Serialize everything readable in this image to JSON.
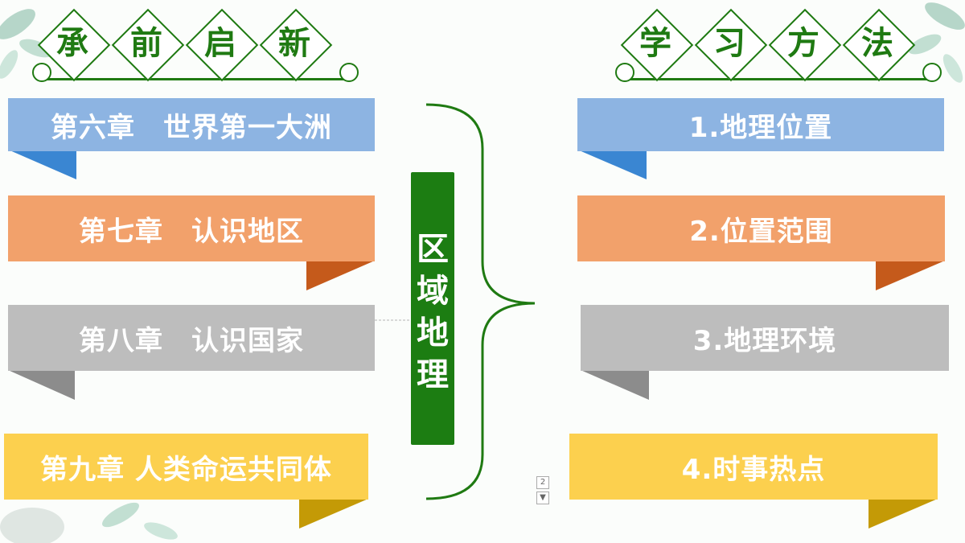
{
  "left_title": {
    "chars": [
      "承",
      "前",
      "启",
      "新"
    ]
  },
  "right_title": {
    "chars": [
      "学",
      "习",
      "方",
      "法"
    ]
  },
  "chapters": [
    {
      "label": "第六章　世界第一大洲",
      "color": "#8db4e2",
      "fold_color": "#3a86d2"
    },
    {
      "label": "第七章　认识地区",
      "color": "#f2a16b",
      "fold_color": "#c55a1b"
    },
    {
      "label": "第八章　认识国家",
      "color": "#bdbdbd",
      "fold_color": "#8c8c8c"
    },
    {
      "label": "第九章  人类命运共同体",
      "color": "#fcd04e",
      "fold_color": "#c49a06"
    }
  ],
  "center": {
    "chars": [
      "区",
      "域",
      "地",
      "理"
    ],
    "color": "#1c7d12"
  },
  "methods": [
    {
      "label": "1.地理位置",
      "color": "#8db4e2",
      "fold_color": "#3a86d2"
    },
    {
      "label": "2.位置范围",
      "color": "#f2a16b",
      "fold_color": "#c55a1b"
    },
    {
      "label": "3.地理环境",
      "color": "#bdbdbd",
      "fold_color": "#8c8c8c"
    },
    {
      "label": "4.时事热点",
      "color": "#fcd04e",
      "fold_color": "#c49a06"
    }
  ],
  "colors": {
    "green": "#1f7a12"
  }
}
